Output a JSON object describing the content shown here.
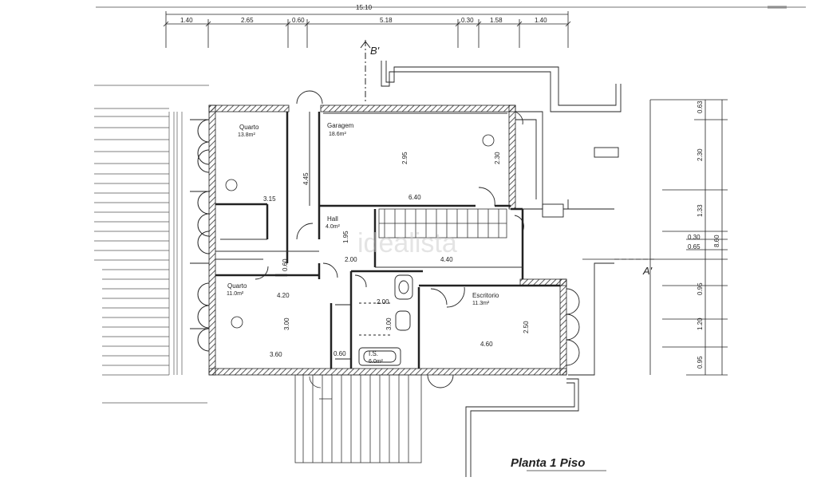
{
  "title": "Planta 1 Piso",
  "watermark": "idealista",
  "section_markers": {
    "b": "B'",
    "a": "A'"
  },
  "top_dims": [
    "1.40",
    "2.65",
    "0.60",
    "5.18",
    "0.30",
    "1.58",
    "1.40"
  ],
  "top_total": "15.10",
  "right_dims": [
    "0.63",
    "2.30",
    "1.33",
    "0.30",
    "0.65",
    "0.95",
    "1.20",
    "0.95"
  ],
  "right_total": "8.60",
  "rooms": {
    "quarto1": {
      "name": "Quarto",
      "area": "13.8m²"
    },
    "garagem": {
      "name": "Garagem",
      "area": "18.6m²"
    },
    "hall": {
      "name": "Hall",
      "area": "4.0m²"
    },
    "quarto2": {
      "name": "Quarto",
      "area": "11.0m²"
    },
    "escritorio": {
      "name": "Escritorio",
      "area": "11.3m²"
    },
    "is": {
      "name": "I.S.",
      "area": "6.0m²"
    }
  },
  "inner_dims": {
    "q1_h": "4.45",
    "q1_w": "3.15",
    "gar_h": "2.95",
    "gar_w": "6.40",
    "gar_side": "2.30",
    "hall_h": "1.95",
    "hall_w": "2.00",
    "corr_w": "4.40",
    "q2_top": "4.20",
    "q2_h": "3.00",
    "q2_w": "3.60",
    "q2_small": "0.60",
    "small_060": "0.60",
    "is_a": "2.00",
    "is_b": "3.00",
    "esc_h": "2.50",
    "esc_w": "4.60"
  }
}
